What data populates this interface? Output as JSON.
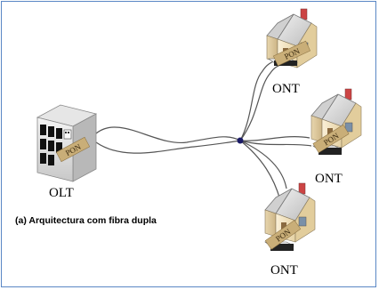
{
  "diagram": {
    "olt_label": "OLT",
    "ont_labels": [
      "ONT",
      "ONT",
      "ONT"
    ],
    "pon_label": "PON",
    "caption": "(a) Arquitectura com fibra dupla"
  },
  "colors": {
    "frame_border": "#5a87c5",
    "fiber": "#555555",
    "splitter": "#1a1a66",
    "pon_tag": "#c9ae78",
    "roof": "#dcdcdc",
    "wall": "#f2e6c8"
  }
}
